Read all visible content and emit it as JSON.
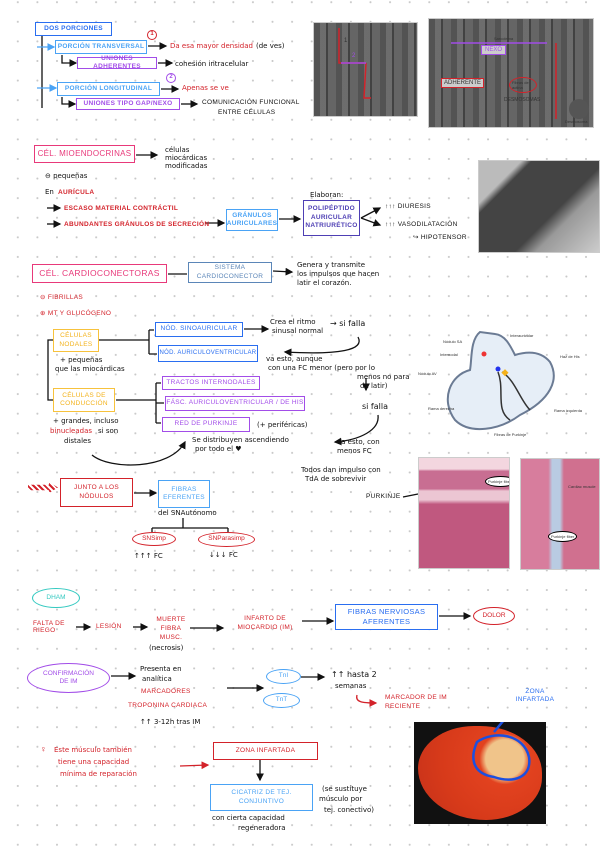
{
  "section1": {
    "title": "DOS PORCIONES",
    "transversal": "PORCIÓN TRANSVERSAL",
    "transversal_num": "1",
    "transversal_note": "Da esa mayor densidad",
    "transversal_note_extra": "(de ves)",
    "adherentes": "UNIONES ADHERENTES",
    "adherentes_note": "cohesión intracelular",
    "longitudinal": "PORCIÓN LONGITUDINAL",
    "longitudinal_num": "2",
    "longitudinal_note": "Apenas se ve",
    "gap": "UNIONES TIPO GAP/NEXO",
    "gap_note_1": "COMUNICACIÓN FUNCIONAL",
    "gap_note_2": "ENTRE CÉLULAS"
  },
  "micrograph1": {
    "label_1": "1",
    "label_2": "2"
  },
  "micrograph2": {
    "nexo": "NEXO",
    "adherente": "ADHERENTE",
    "desmosomas": "DESMOSOMAS",
    "fibras": "Fibras de actina",
    "sarcolema": "Sarcolema",
    "desmosoma": "Desmosoma"
  },
  "section2": {
    "title": "CÉL. MIOENDOCRINAS",
    "desc_1": "células",
    "desc_2": "miocárdicas",
    "desc_3": "modificadas",
    "b1": "⊖ pequeñas",
    "b2_a": "En",
    "b2_b": "AURÍCULA",
    "b3": "ESCASO MATERIAL CONTRÁCTIL",
    "b4": "ABUNDANTES GRÁNULOS DE SECRECIÓN",
    "granulos": "GRÁNULOS AURICULARES",
    "elaboran": "Elaboran:",
    "polipeptido": "POLIPÉPTIDO AURICULAR NATRIURÉTICO",
    "diuresis": "↑↑↑ DIURESIS",
    "vasodilatacion": "↑↑↑ VASODILATACIÓN",
    "hipotensor": "↪ HIPOTENSOR"
  },
  "section3": {
    "title": "CÉL. CARDIOCONECTORAS",
    "sistema": "SISTEMA CARDIOCONECTOR",
    "sistema_note_1": "Genera y transmite",
    "sistema_note_2": "los impulsos que hacen",
    "sistema_note_3": "latir el corazón.",
    "fibrillas": "⊖ FIBRILLAS",
    "mt": "⊕ MT y GLUCÓGENO",
    "nodales": "CÉLULAS NODALES",
    "nodales_note_1": "+ pequeñas",
    "nodales_note_2": "que las miocárdicas",
    "sa": "NÓD. SINOAURICULAR",
    "sa_note_1": "Crea el ritmo",
    "sa_note_2": "sinusal normal",
    "si_falla_1": "→ si falla",
    "av": "NÓD. AURICULOVENTRICULAR",
    "av_note_1": "va esto, aunque",
    "av_note_2": "con una  FC menor (pero por lo",
    "av_note_3": "menos no para",
    "av_note_4": "de latir)",
    "si_falla_2": "si falla",
    "fallback_1": "va esto, con",
    "fallback_2": "menos FC",
    "conduccion": "CÉLULAS DE CONDUCCIÓN",
    "conduccion_note_1": "+ grandes, incluso",
    "conduccion_note_2a": "binucleadas",
    "conduccion_note_2b": "si son",
    "conduccion_note_3": "distales",
    "tractos": "TRACTOS INTERNODALES",
    "his": "FÁSC. AURICULOVENTRICULAR / DE HIS",
    "purkinje": "RED DE PURKINJE",
    "purkinje_note": "(+ periféricas)",
    "purkinje_desc_1": "Se distribuyen ascendiendo",
    "purkinje_desc_2": "por todo el ♥"
  },
  "heart_diagram": {
    "sa": "Nódulo SA",
    "internodal": "Internodal",
    "av": "Nódulo AV",
    "interauricular": "Interauricular",
    "his": "Haz de His",
    "rama_derecha": "Rama derecha",
    "rama_izquierda": "Rama izquierda",
    "purkinje": "Fibras de Purkinje"
  },
  "section4": {
    "arrow_icon": "hatched-arrow",
    "junto": "JUNTO A LOS NÓDULOS",
    "eferentes": "FIBRAS EFERENTES",
    "snautonomo": "del SNAutónomo",
    "simp": "SNSimp",
    "parasimp": "SNParasimp",
    "simp_effect": "↑↑↑ FC",
    "parasimp_effect": "↓↓↓ FC",
    "impulso_1": "Todos dan impulso con",
    "impulso_2": "TdA de sobrevivir",
    "purkinje_label": "PURKINJE"
  },
  "histology": {
    "purkinje_fibers": "Purkinje fibers",
    "cardiac_muscle": "Cardiac muscle",
    "purkinje_fiber": "Purkinje fiber"
  },
  "section5": {
    "dham": "DHAM",
    "falta": "FALTA DE RIEGO",
    "lesion": "LESIÓN",
    "muerte": "MUERTE FIBRA MUSC.",
    "necrosis": "(necrosis)",
    "infarto": "INFARTO DE MIOCARDIO (IM)",
    "fibras": "FIBRAS NERVIOSAS AFERENTES",
    "dolor": "DOLOR"
  },
  "section6": {
    "confirmacion": "CONFIRMACIÓN DE IM",
    "presenta_1": "Presenta en",
    "presenta_2": "analítica",
    "marcadores": "MARCADORES",
    "troponina": "TROPONINA CARDIACA",
    "tiempo": "↑↑ 3-12h tras IM",
    "tni": "TnI",
    "tnt": "TnT",
    "hasta_1": "↑↑ hasta 2",
    "hasta_2": "semanas",
    "marcador": "MARCADOR DE IM RECIENTE",
    "zona_label": "ZONA INFARTADA"
  },
  "section7": {
    "reparacion_1": "Este músculo también",
    "reparacion_2": "tiene una capacidad",
    "reparacion_3": "mínima de reparación",
    "zona": "ZONA INFARTADA",
    "cicatriz": "CICATRIZ DE TEJ. CONJUNTIVO",
    "sustituye_1": "(se sustituye",
    "sustituye_2": "músculo por",
    "sustituye_3": "tej. conectivo)",
    "regeneradora_1": "con cierta capacidad",
    "regeneradora_2": "regeneradora"
  }
}
